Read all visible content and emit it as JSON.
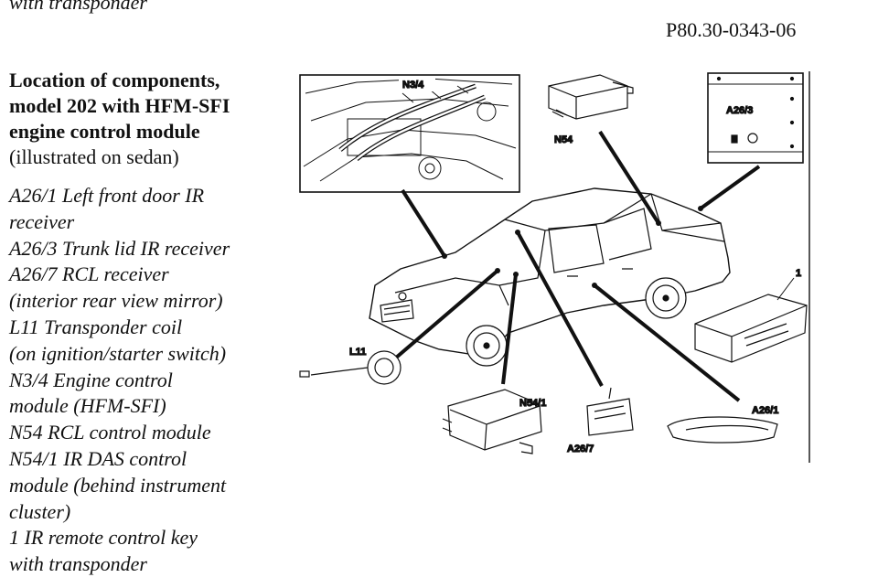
{
  "page": {
    "top_fragment": "with transponder",
    "doc_id": "P80.30-0343-06"
  },
  "heading": {
    "title_lines": [
      "Location of components,",
      "model 202 with HFM-SFI",
      "engine control module"
    ],
    "subtitle": "(illustrated on sedan)"
  },
  "legend_lines": [
    "A26/1 Left front door IR",
    "receiver",
    "A26/3 Trunk lid IR receiver",
    "A26/7 RCL receiver",
    "(interior rear view mirror)",
    "L11 Transponder coil",
    "(on ignition/starter switch)",
    "N3/4 Engine control",
    "module (HFM-SFI)",
    "N54 RCL control module",
    "N54/1 IR DAS control",
    "module (behind instrument",
    "cluster)",
    "1 IR remote control key",
    "with transponder"
  ],
  "figure": {
    "labels": {
      "n3_4": "N3/4",
      "n54": "N54",
      "a26_3": "A26/3",
      "l11": "L11",
      "n54_1": "N54/1",
      "a26_7": "A26/7",
      "a26_1": "A26/1",
      "key": "1"
    }
  }
}
